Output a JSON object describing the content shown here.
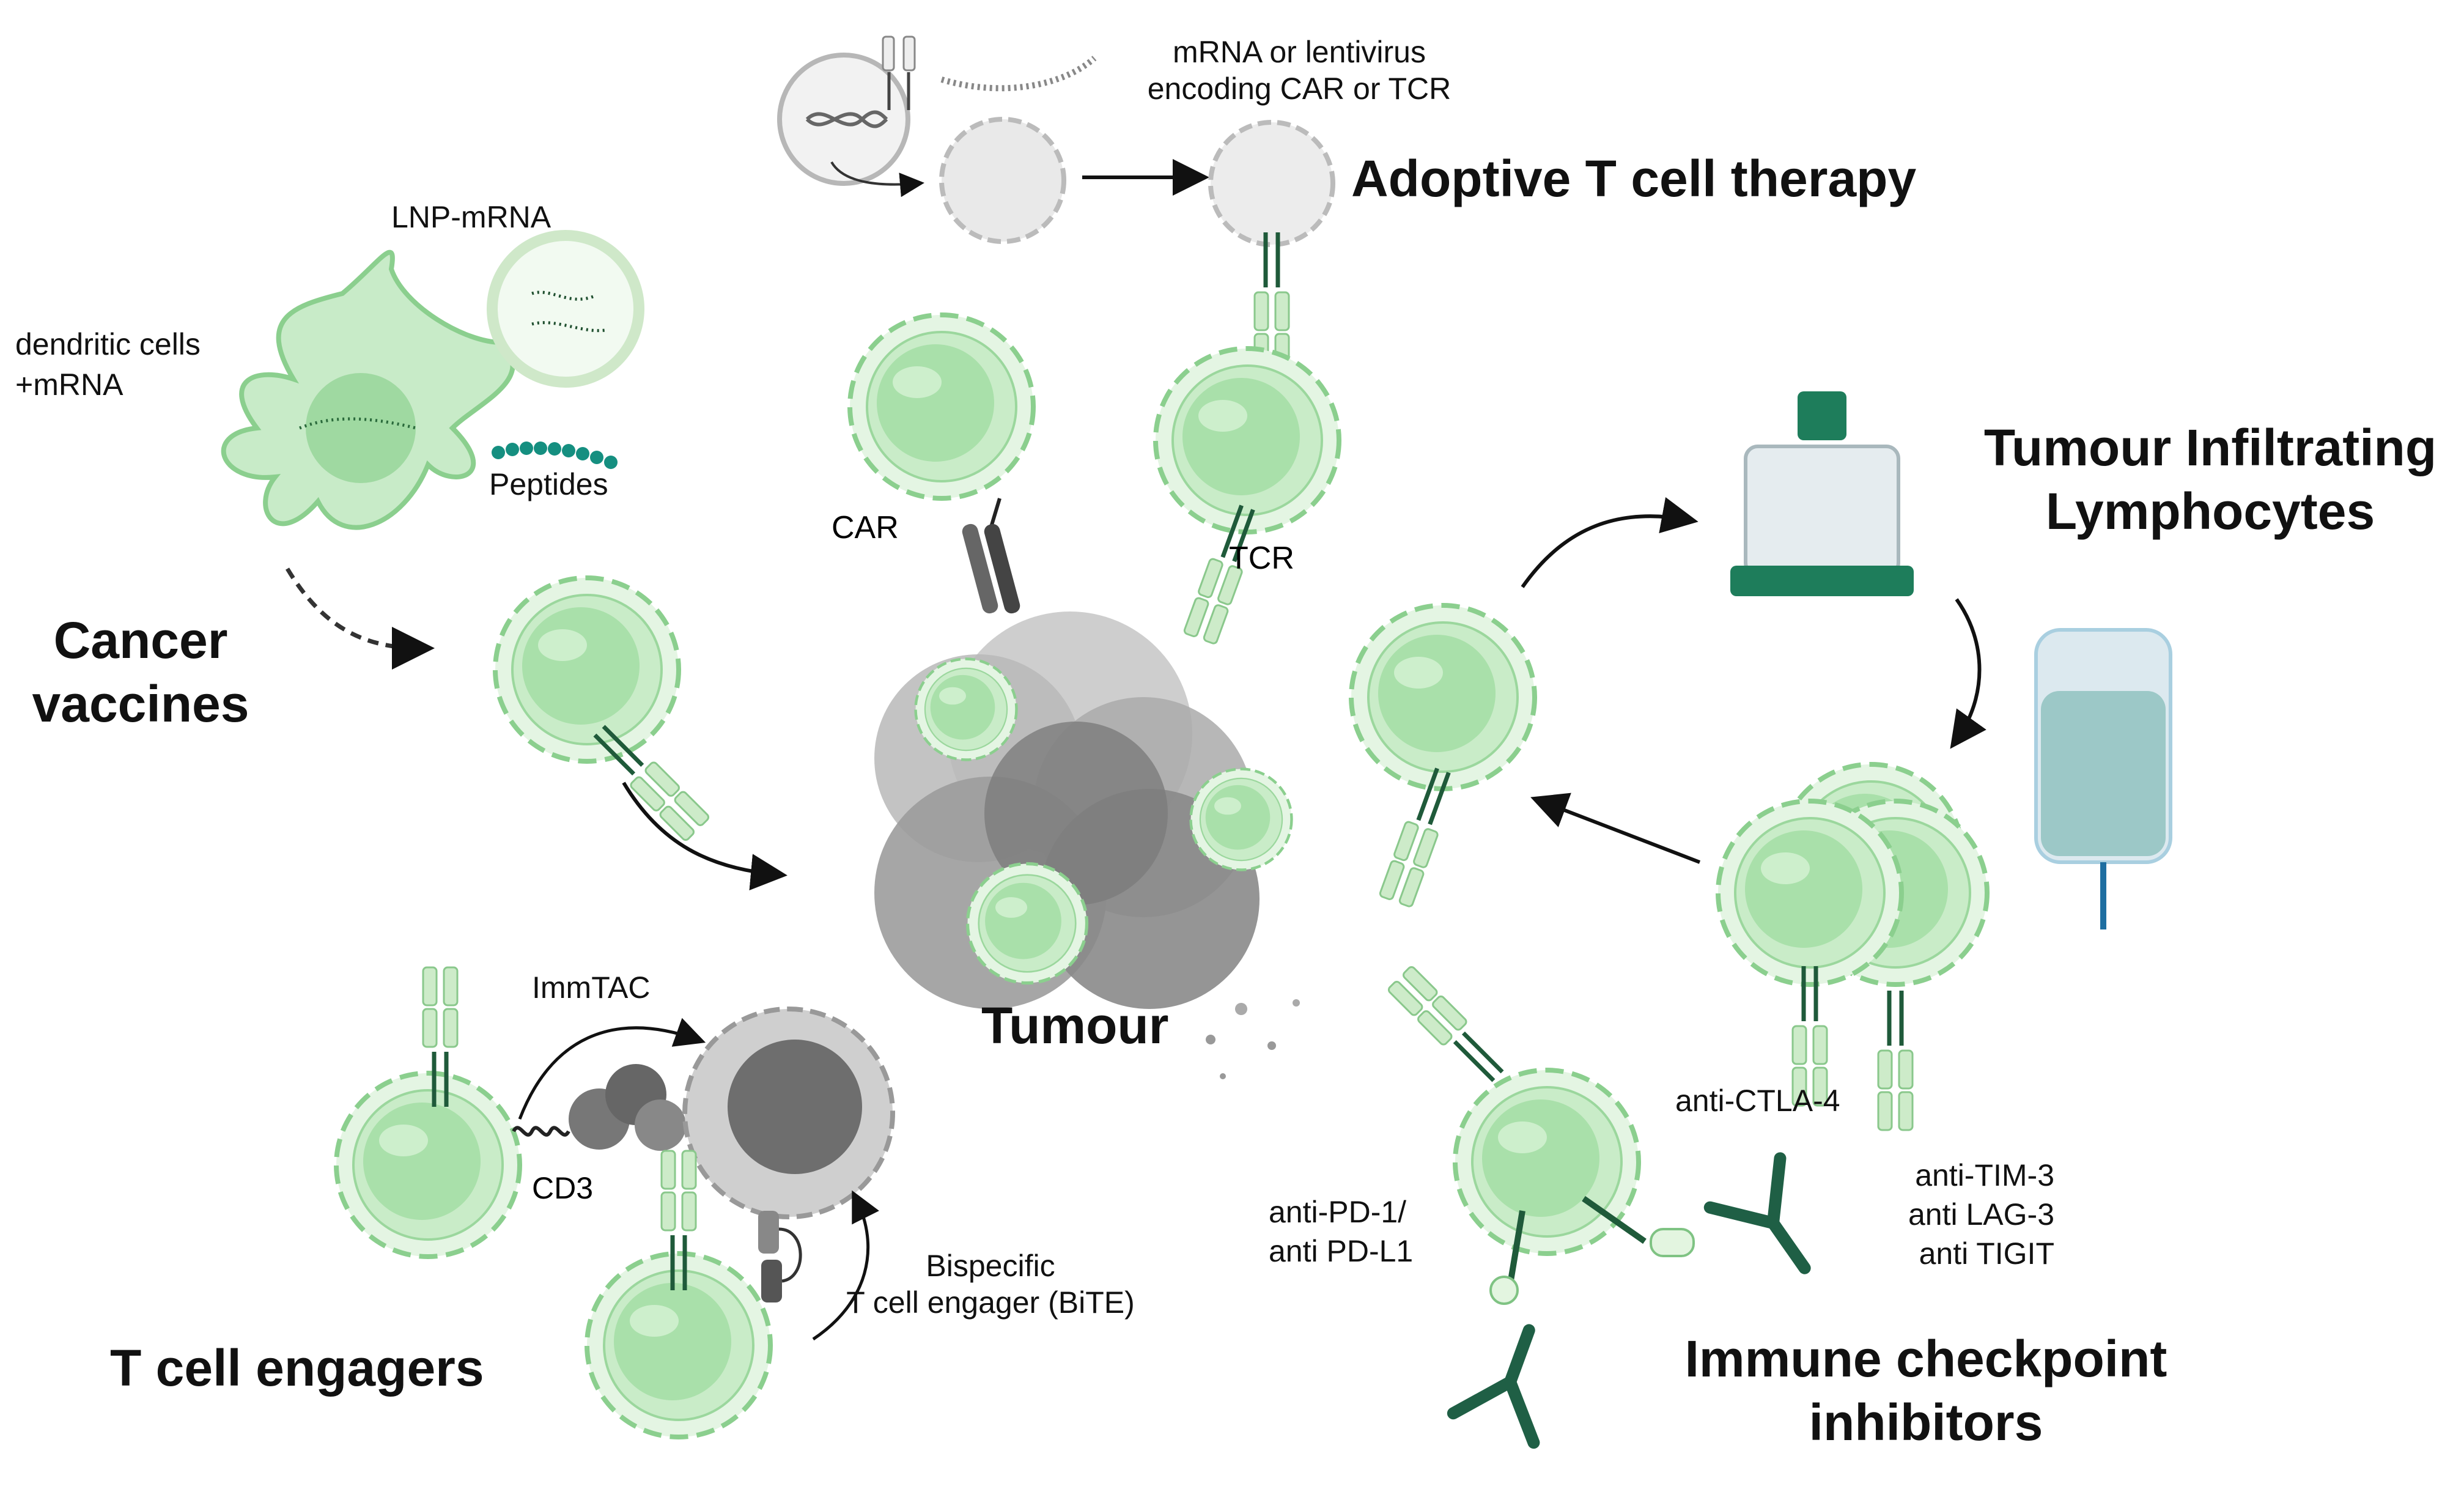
{
  "labels": {
    "mrna_lentivirus_1": "mRNA or lentivirus",
    "mrna_lentivirus_2": "encoding CAR or TCR",
    "adoptive": "Adoptive T cell therapy",
    "lnp_mrna": "LNP-mRNA",
    "dendritic_1": "dendritic cells",
    "dendritic_2": "+mRNA",
    "peptides": "Peptides",
    "cancer_vaccines_1": "Cancer",
    "cancer_vaccines_2": "vaccines",
    "car": "CAR",
    "tcr": "TCR",
    "til_1": "Tumour Infiltrating",
    "til_2": "Lymphocytes",
    "tumour": "Tumour",
    "immtac": "ImmTAC",
    "cd3": "CD3",
    "bispecific_1": "Bispecific",
    "bispecific_2": "T cell engager (BiTE)",
    "t_cell_engagers": "T cell engagers",
    "anti_ctla4": "anti-CTLA-4",
    "anti_pd1_1": "anti-PD-1/",
    "anti_pd1_2": "anti PD-L1",
    "anti_tim3": "anti-TIM-3",
    "anti_lag3": "anti LAG-3",
    "anti_tigit": "anti TIGIT",
    "ici_1": "Immune checkpoint",
    "ici_2": "inhibitors"
  },
  "colors": {
    "cell_fill": "#d6efd6",
    "cell_nucleus": "#a5dca7",
    "cell_outline": "#7fc383",
    "receptor_light": "#cdebc9",
    "receptor_dark": "#1f5a3a",
    "antibody": "#1f5f45",
    "tumour_gray": "#9a9a9a",
    "tumour_dark": "#6e6e6e",
    "arrow": "#111111",
    "bioreactor_green": "#1e7d5b",
    "iv_bag": "#a9cfe0"
  },
  "icons": [
    "virus-icon",
    "dna-icon",
    "mrna-strand-icon",
    "dendritic-cell-icon",
    "lnp-icon",
    "peptide-chain-icon",
    "t-cell-icon",
    "tumour-icon",
    "bioreactor-icon",
    "iv-bag-icon",
    "antibody-icon",
    "immtac-icon",
    "bite-icon"
  ]
}
